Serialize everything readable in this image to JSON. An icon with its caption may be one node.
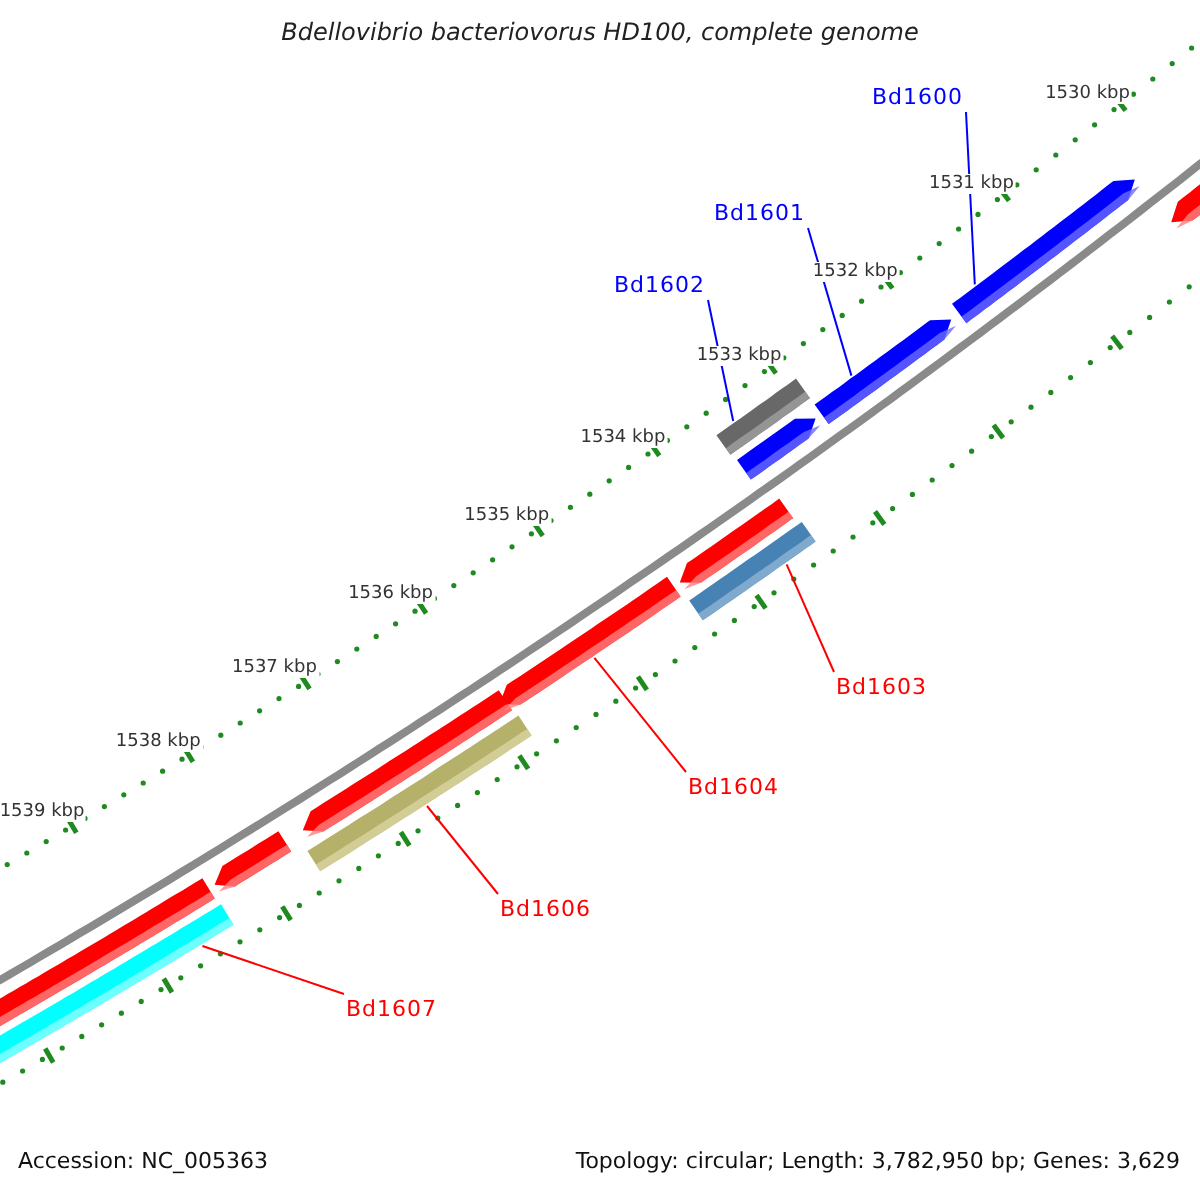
{
  "diagram": {
    "title": "Bdellovibrio bacteriovorus HD100, complete genome",
    "nodes": [
      {
        "text": [
          "Bd1600"
        ]
      },
      {
        "text": [
          "Bd1601"
        ]
      },
      {
        "text": [
          "Bd1602"
        ]
      },
      {
        "text": [
          "Bd1603"
        ]
      },
      {
        "text": [
          "Bd1604"
        ]
      },
      {
        "text": [
          "Bd1606"
        ]
      },
      {
        "text": [
          "Bd1607"
        ]
      },
      {
        "text": [],
        "shape": "bar"
      },
      {
        "text": [],
        "shape": "arrow"
      },
      {
        "text": [],
        "shape": "arrow"
      },
      {
        "text": [],
        "shape": "bar"
      },
      {
        "text": [],
        "shape": "arrow"
      },
      {
        "text": [],
        "shape": "arrow"
      },
      {
        "text": [],
        "shape": "bar"
      },
      {
        "text": [],
        "shape": "arrow"
      },
      {
        "text": [],
        "shape": "bar"
      },
      {
        "text": [],
        "shape": "arrow"
      },
      {
        "text": [],
        "shape": "arrow"
      },
      {
        "text": [],
        "shape": "arrow"
      },
      {
        "text": [],
        "shape": "arrow"
      }
    ],
    "edges": [
      {
        "from": 0,
        "to": 18,
        "arrow": "none",
        "color": "#0000ff"
      },
      {
        "from": 1,
        "to": 17,
        "arrow": "none",
        "color": "#0000ff"
      },
      {
        "from": 2,
        "to": 15,
        "arrow": "none",
        "color": "#0000ff"
      },
      {
        "from": 3,
        "to": 13,
        "arrow": "none"
      },
      {
        "from": 4,
        "to": 12,
        "arrow": "none"
      },
      {
        "from": 5,
        "to": 10,
        "arrow": "none"
      },
      {
        "from": 6,
        "to": 7,
        "arrow": "none"
      }
    ],
    "labels": [
      "1530 kbp",
      "1531 kbp",
      "1532 kbp",
      "1533 kbp",
      "1534 kbp",
      "1535 kbp",
      "1536 kbp",
      "1537 kbp",
      "1538 kbp",
      "1539 kbp",
      "Accession: NC_005363",
      "Topology: circular; Length: 3,782,950 bp; Genes: 3,629"
    ]
  }
}
